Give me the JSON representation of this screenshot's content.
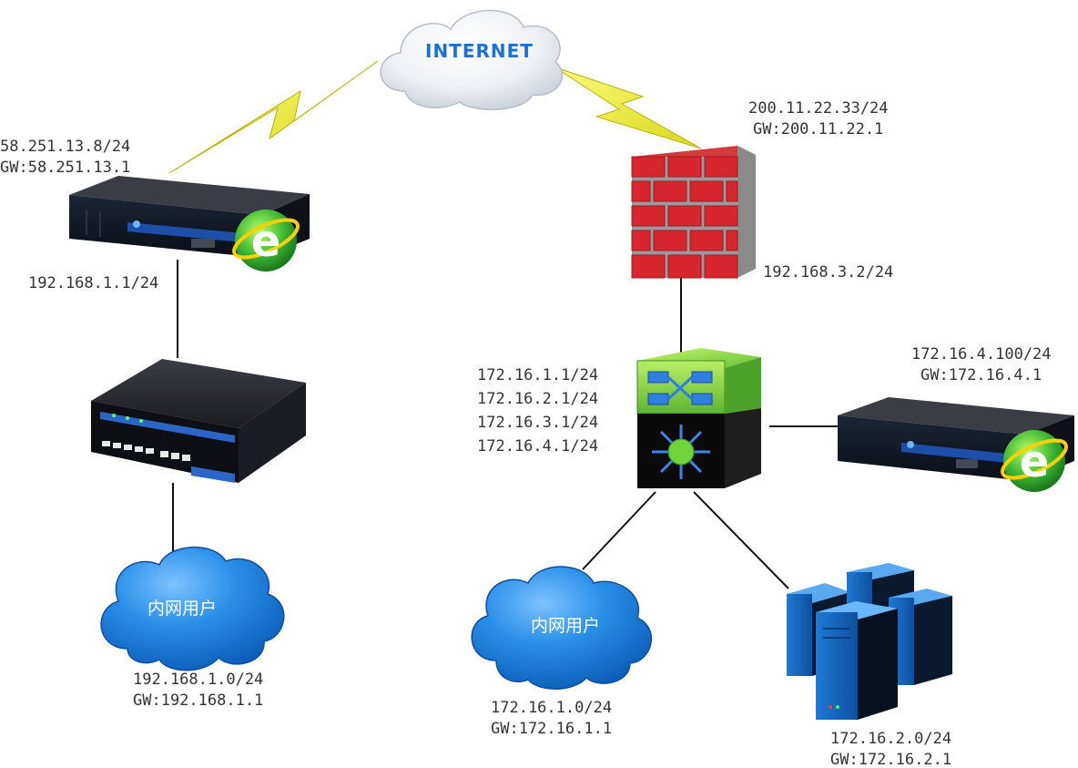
{
  "internet": {
    "label": "INTERNET"
  },
  "left_router": {
    "wan_ip": "58.251.13.8/24",
    "wan_gw": "GW:58.251.13.1",
    "lan_ip": "192.168.1.1/24"
  },
  "left_lan": {
    "cloud_label": "内网用户",
    "subnet": "192.168.1.0/24",
    "gw": "GW:192.168.1.1"
  },
  "firewall": {
    "wan_ip": "200.11.22.33/24",
    "wan_gw": "GW:200.11.22.1",
    "lan_ip": "192.168.3.2/24"
  },
  "core_switch": {
    "ips": [
      "172.16.1.1/24",
      "172.16.2.1/24",
      "172.16.3.1/24",
      "172.16.4.1/24"
    ]
  },
  "right_router": {
    "ip": "172.16.4.100/24",
    "gw": "GW:172.16.4.1"
  },
  "right_lan": {
    "cloud_label": "内网用户",
    "subnet": "172.16.1.0/24",
    "gw": "GW:172.16.1.1"
  },
  "servers": {
    "subnet": "172.16.2.0/24",
    "gw": "GW:172.16.2.1"
  }
}
